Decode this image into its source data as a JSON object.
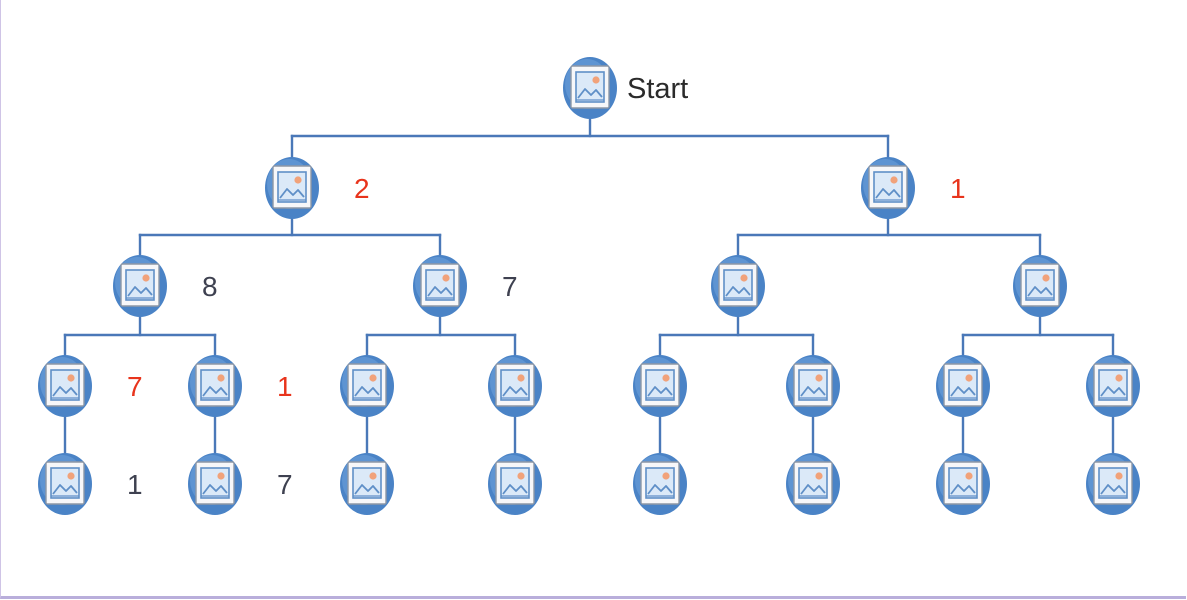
{
  "diagram": {
    "root_label": "Start",
    "colors": {
      "edge": "#4a78b8",
      "node_circle": "#4a83c6",
      "node_circle_light": "#6fa3dc",
      "frame": "#e9e9ec",
      "picture_bg": "#dbe9f8",
      "picture_line": "#5f8fc7",
      "picture_sun": "#f1a27a",
      "label_red": "#e8341c",
      "label_gray": "#3e4150"
    },
    "nodes": [
      {
        "id": "root",
        "parent": null,
        "label": "Start",
        "label_color": "dark",
        "icon": "picture-icon"
      },
      {
        "id": "L",
        "parent": "root",
        "label": "2",
        "label_color": "red",
        "icon": "picture-icon"
      },
      {
        "id": "R",
        "parent": "root",
        "label": "1",
        "label_color": "red",
        "icon": "picture-icon"
      },
      {
        "id": "LL",
        "parent": "L",
        "label": "8",
        "label_color": "gray",
        "icon": "picture-icon"
      },
      {
        "id": "LR",
        "parent": "L",
        "label": "7",
        "label_color": "gray",
        "icon": "picture-icon"
      },
      {
        "id": "RL",
        "parent": "R",
        "label": "",
        "label_color": "gray",
        "icon": "picture-icon"
      },
      {
        "id": "RR",
        "parent": "R",
        "label": "",
        "label_color": "gray",
        "icon": "picture-icon"
      },
      {
        "id": "LLL",
        "parent": "LL",
        "label": "7",
        "label_color": "red",
        "icon": "picture-icon"
      },
      {
        "id": "LLR",
        "parent": "LL",
        "label": "1",
        "label_color": "red",
        "icon": "picture-icon"
      },
      {
        "id": "LRL",
        "parent": "LR",
        "label": "",
        "label_color": "gray",
        "icon": "picture-icon"
      },
      {
        "id": "LRR",
        "parent": "LR",
        "label": "",
        "label_color": "gray",
        "icon": "picture-icon"
      },
      {
        "id": "RLL",
        "parent": "RL",
        "label": "",
        "label_color": "gray",
        "icon": "picture-icon"
      },
      {
        "id": "RLR",
        "parent": "RL",
        "label": "",
        "label_color": "gray",
        "icon": "picture-icon"
      },
      {
        "id": "RRL",
        "parent": "RR",
        "label": "",
        "label_color": "gray",
        "icon": "picture-icon"
      },
      {
        "id": "RRR",
        "parent": "RR",
        "label": "",
        "label_color": "gray",
        "icon": "picture-icon"
      },
      {
        "id": "LLL_c",
        "parent": "LLL",
        "label": "1",
        "label_color": "gray",
        "icon": "picture-icon"
      },
      {
        "id": "LLR_c",
        "parent": "LLR",
        "label": "7",
        "label_color": "gray",
        "icon": "picture-icon"
      },
      {
        "id": "LRL_c",
        "parent": "LRL",
        "label": "",
        "label_color": "gray",
        "icon": "picture-icon"
      },
      {
        "id": "LRR_c",
        "parent": "LRR",
        "label": "",
        "label_color": "gray",
        "icon": "picture-icon"
      },
      {
        "id": "RLL_c",
        "parent": "RLL",
        "label": "",
        "label_color": "gray",
        "icon": "picture-icon"
      },
      {
        "id": "RLR_c",
        "parent": "RLR",
        "label": "",
        "label_color": "gray",
        "icon": "picture-icon"
      },
      {
        "id": "RRL_c",
        "parent": "RRL",
        "label": "",
        "label_color": "gray",
        "icon": "picture-icon"
      },
      {
        "id": "RRR_c",
        "parent": "RRR",
        "label": "",
        "label_color": "gray",
        "icon": "picture-icon"
      }
    ]
  }
}
